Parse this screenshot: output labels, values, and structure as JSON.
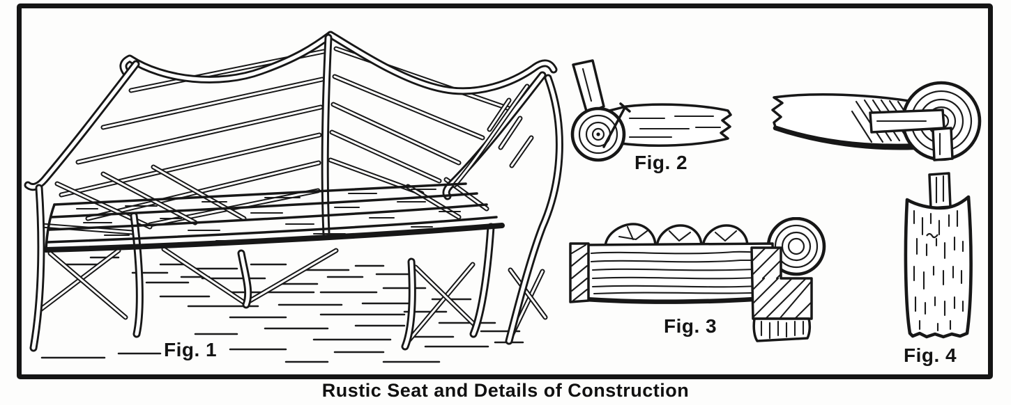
{
  "page": {
    "caption": "Rustic Seat and Details of Construction",
    "ink_color": "#171717",
    "paper_color": "#fdfdfc"
  },
  "figures": [
    {
      "label": "Fig. 1"
    },
    {
      "label": "Fig. 2"
    },
    {
      "label": "Fig. 3"
    },
    {
      "label": "Fig. 4"
    }
  ]
}
